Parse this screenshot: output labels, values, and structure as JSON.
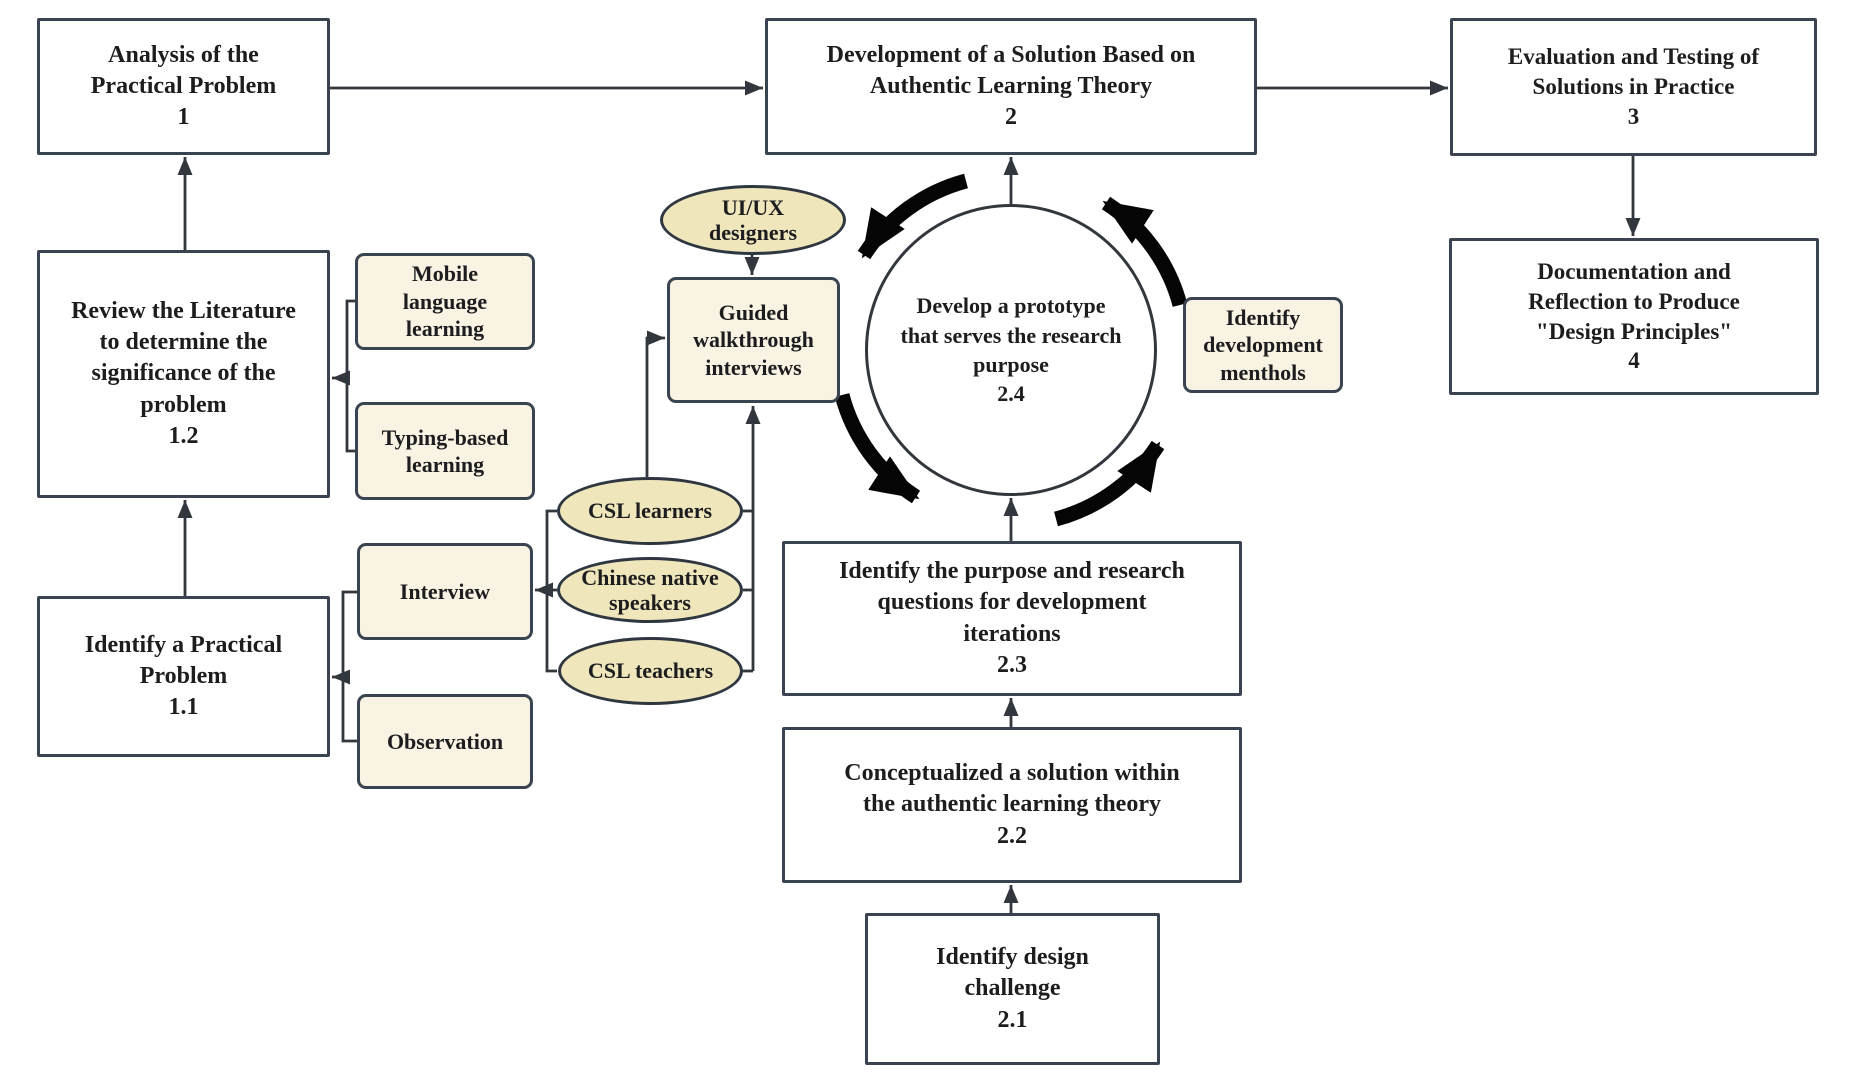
{
  "title": "Design-based research process diagram",
  "colors": {
    "box_border": "#3a4450",
    "tan_fill": "#f8f3e2",
    "ellipse_fill": "#efe6bc",
    "line": "#32373e",
    "cycle_arrow": "#000000",
    "text": "#1d1d1f",
    "background": "#ffffff"
  },
  "nodes": {
    "analysis": "Analysis of the\nPractical Problem\n1",
    "development": "Development of a Solution Based on\nAuthentic Learning Theory\n2",
    "evaluation": "Evaluation and Testing of\nSolutions in Practice\n3",
    "documentation": "Documentation and\nReflection to Produce\n\"Design Principles\"\n4",
    "review_literature": "Review the Literature\nto determine the\nsignificance of the\nproblem\n1.2",
    "identify_problem": "Identify a Practical\nProblem\n1.1",
    "mobile_language": "Mobile\nlanguage\nlearning",
    "typing_based": "Typing-based\nlearning",
    "interview": "Interview",
    "observation": "Observation",
    "uiux_designers": "UI/UX\ndesigners",
    "guided_walkthrough": "Guided\nwalkthrough\ninterviews",
    "csl_learners": "CSL learners",
    "chinese_native": "Chinese native\nspeakers",
    "csl_teachers": "CSL teachers",
    "develop_prototype": "Develop a prototype\nthat serves the research\npurpose\n2.4",
    "identify_methods": "Identify\ndevelopment\nmenthols",
    "identify_purpose": "Identify the purpose and research\nquestions for development\niterations\n2.3",
    "conceptualized": "Conceptualized a solution within\nthe authentic learning theory\n2.2",
    "design_challenge": "Identify design\nchallenge\n2.1"
  }
}
